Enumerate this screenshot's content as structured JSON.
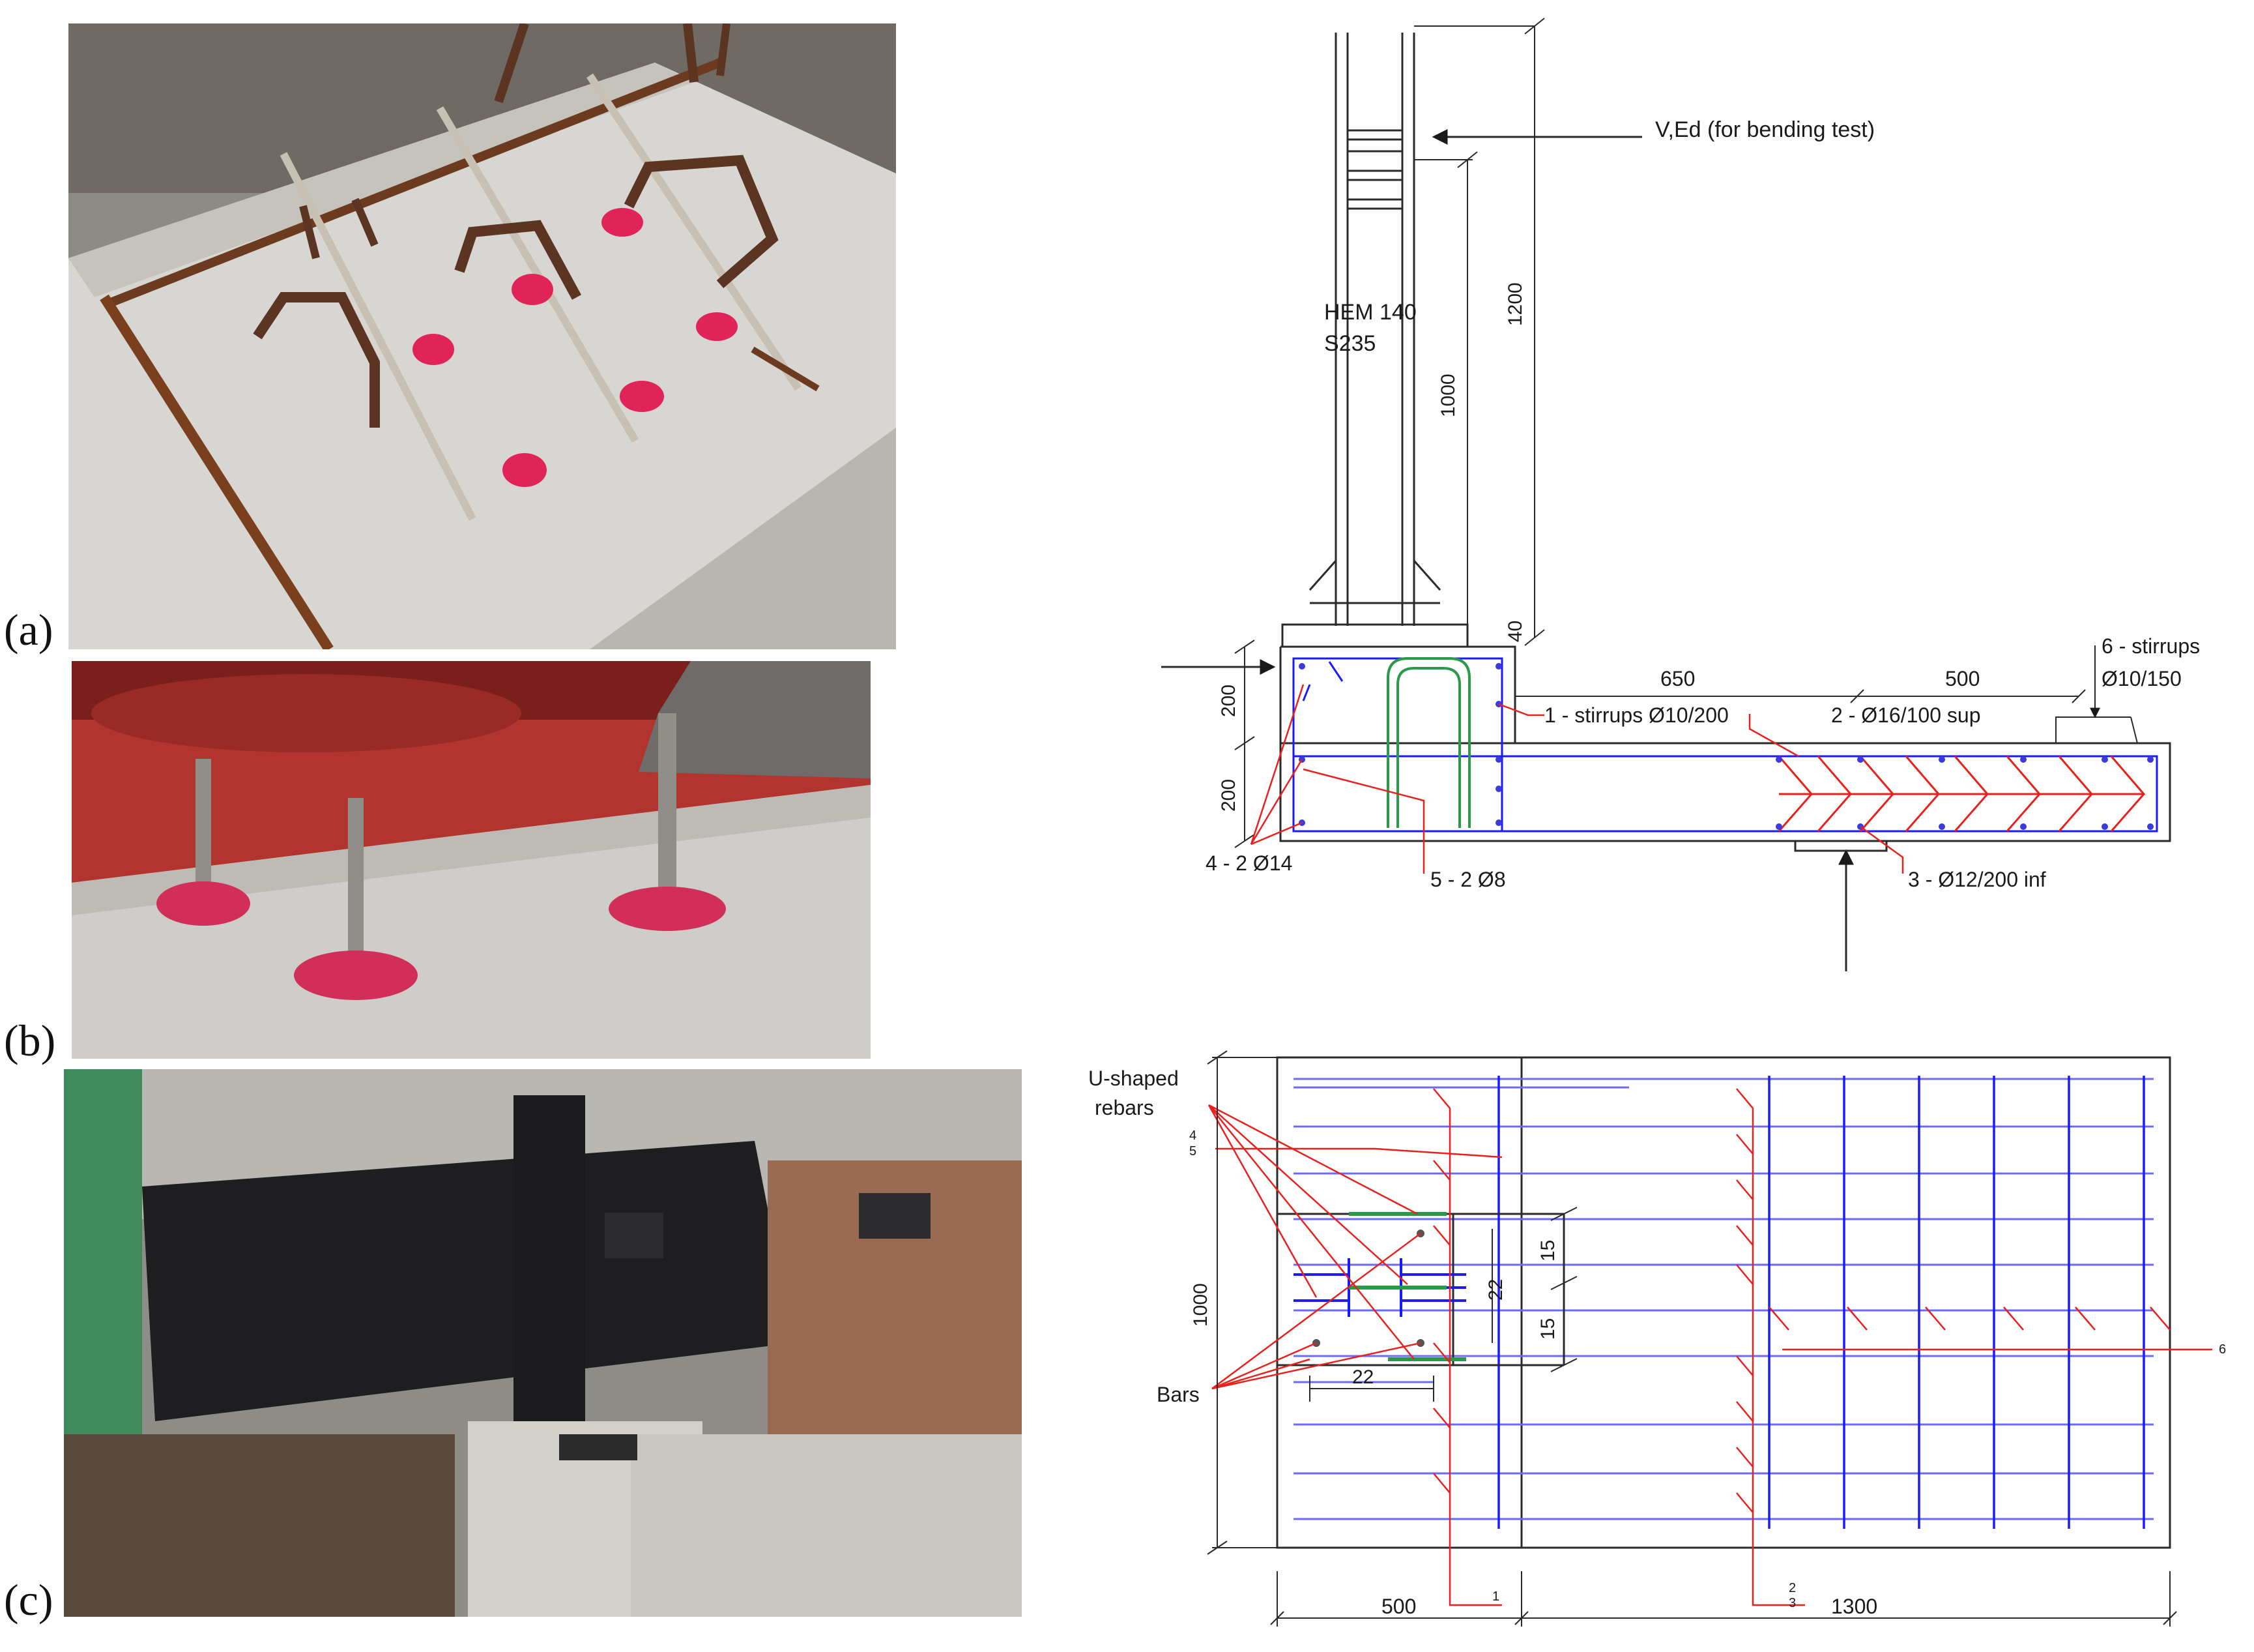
{
  "panels": {
    "a": "(a)",
    "b": "(b)",
    "c": "(c)"
  },
  "elevation": {
    "load_label": "V,Ed (for bending test)",
    "profile_line1": "HEM 140",
    "profile_line2": "S235",
    "dim_1200": "1200",
    "dim_1000": "1000",
    "dim_40": "40",
    "dim_200_top": "200",
    "dim_200_bottom": "200",
    "dim_650": "650",
    "dim_500": "500",
    "callout_1": "1 - stirrups Ø10/200",
    "callout_2": "2 - Ø16/100 sup",
    "callout_3": "3 - Ø12/200 inf",
    "callout_4": "4 - 2 Ø14",
    "callout_5": "5 - 2 Ø8",
    "callout_6_line1": "6 - stirrups",
    "callout_6_line2": "Ø10/150"
  },
  "plan": {
    "u_shaped_line1": "U-shaped",
    "u_shaped_line2": "rebars",
    "mark_4": "4",
    "mark_5": "5",
    "bars_label": "Bars",
    "dim_1000": "1000",
    "dim_15_top": "15",
    "dim_22_vertical": "22",
    "dim_15_bottom": "15",
    "dim_22_horizontal": "22",
    "dim_500": "500",
    "dim_1300": "1300",
    "mark_1": "1",
    "mark_2": "2",
    "mark_3": "3",
    "mark_6": "6"
  },
  "colors": {
    "rebar_blue": "#1a1aff",
    "callout_red": "#e8201e",
    "u_bar_green": "#2a9a4a",
    "resin_pink": "#e0245a"
  }
}
